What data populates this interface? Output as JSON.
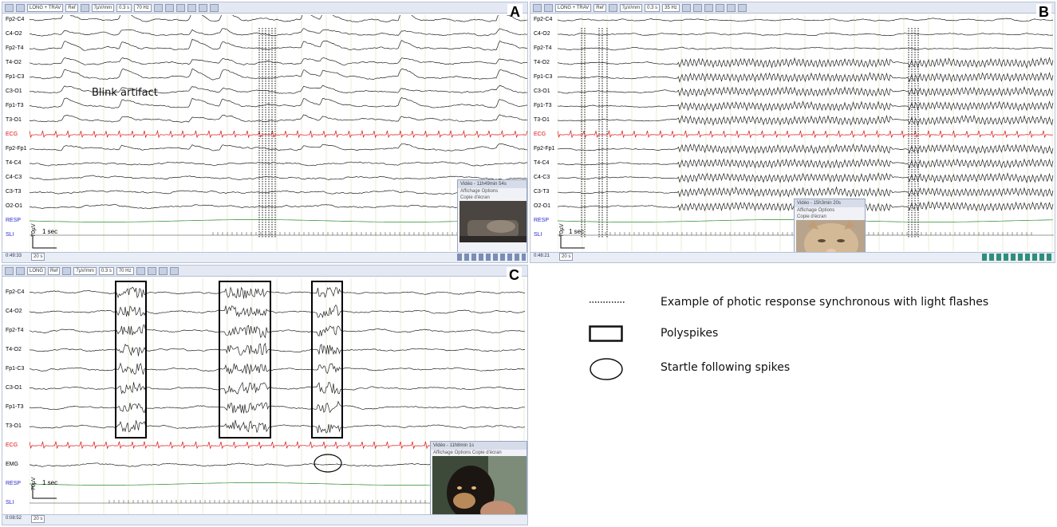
{
  "figure_marks": {
    "panel_a": "A",
    "panel_b": "B",
    "panel_c": "C"
  },
  "toolbar": {
    "montage_ab": "LONG + TRAV",
    "montage_c": "LONG",
    "ref_label": "Ref",
    "sensitivity": "7µV/mm",
    "timeconst": "0.3 s",
    "highcut_a": "70 Hz",
    "highcut_b": "35 Hz"
  },
  "panel_a": {
    "channels": [
      "Fp2-C4",
      "C4-O2",
      "Fp2-T4",
      "T4-O2",
      "Fp1-C3",
      "C3-O1",
      "Fp1-T3",
      "T3-O1",
      "ECG",
      "Fp2-Fp1",
      "T4-C4",
      "C4-C3",
      "C3-T3",
      "O2-O1",
      "RESP",
      "SLI"
    ],
    "annotation": "Blink artifact",
    "scale_uv": "70µV",
    "scale_time": "1 sec",
    "page": "20 s",
    "clock": "0:49:33",
    "video_title": "Vidéo - 11h49min 54s",
    "video_menu": "Affichage   Options",
    "video_copy": "Copie d'écran"
  },
  "panel_b": {
    "channels": [
      "Fp2-C4",
      "C4-O2",
      "Fp2-T4",
      "T4-O2",
      "Fp1-C3",
      "C3-O1",
      "Fp1-T3",
      "T3-O1",
      "ECG",
      "Fp2-Fp1",
      "T4-C4",
      "C4-C3",
      "C3-T3",
      "O2-O1",
      "RESP",
      "SLI"
    ],
    "scale_uv": "70µV",
    "scale_time": "1 sec",
    "page": "20 s",
    "clock": "0:48:21",
    "video_title": "Vidéo - 15h3min 20s",
    "video_menu": "Affichage   Options",
    "video_copy": "Copie d'écran"
  },
  "panel_c": {
    "channels": [
      "Fp2-C4",
      "C4-O2",
      "Fp2-T4",
      "T4-O2",
      "Fp1-C3",
      "C3-O1",
      "Fp1-T3",
      "T3-O1",
      "ECG",
      "EMG",
      "RESP",
      "SLI"
    ],
    "scale_uv": "70µV",
    "scale_time": "1 sec",
    "page": "20 s",
    "clock": "0:08:52",
    "video_title": "Vidéo - 11h8min 1s",
    "video_menu": "Affichage   Options   Copie d'écran"
  },
  "legend": {
    "items": [
      {
        "symbol": "dotted-line",
        "label": "Example of photic response synchronous with light flashes"
      },
      {
        "symbol": "rectangle",
        "label": "Polyspikes"
      },
      {
        "symbol": "ellipse",
        "label": "Startle following spikes"
      }
    ]
  },
  "colors": {
    "eeg": "#222222",
    "ecg": "#dd1111",
    "resp": "#2a8a2a",
    "label_blue": "#2a2acc",
    "toolbar": "#e3e8f3"
  }
}
